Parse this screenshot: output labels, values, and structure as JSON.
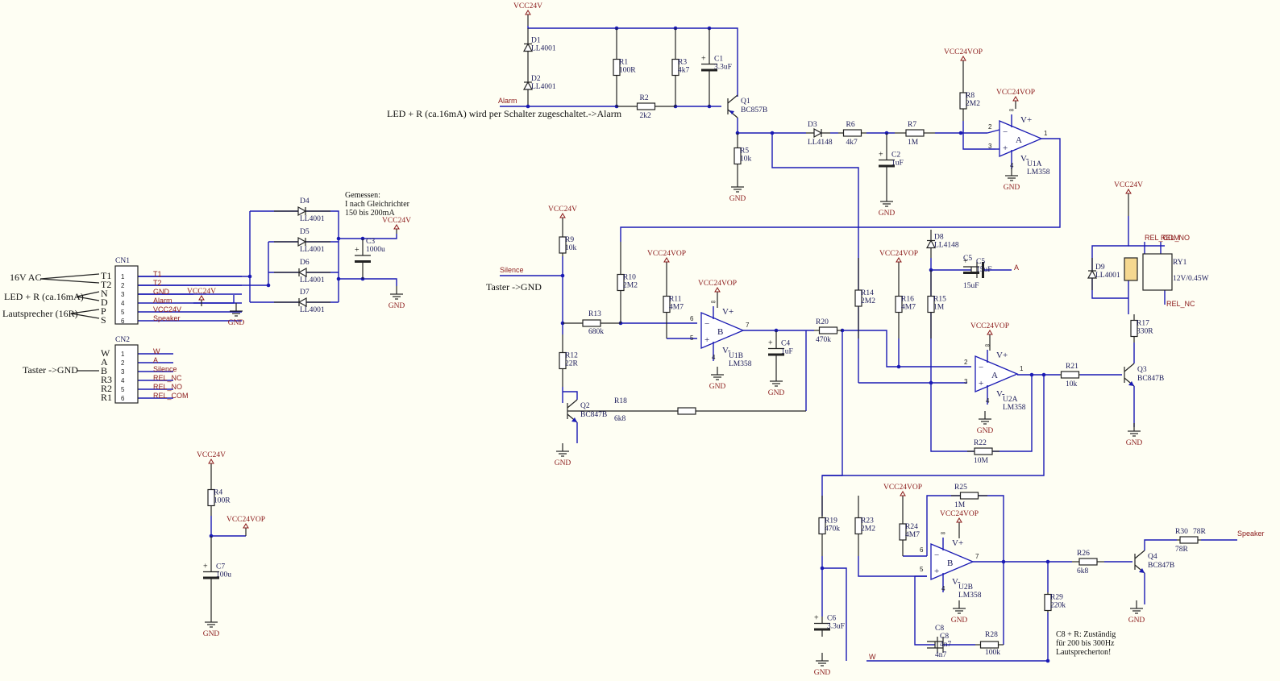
{
  "power": {
    "vcc24v": "VCC24V",
    "vcc24vop": "VCC24VOP",
    "gnd": "GND"
  },
  "parts": {
    "D1": [
      "D1",
      "LL4001"
    ],
    "D2": [
      "D2",
      "LL4001"
    ],
    "R1": [
      "R1",
      "100R"
    ],
    "R3": [
      "R3",
      "4k7"
    ],
    "C1": [
      "C1",
      "3.3uF"
    ],
    "Q1": [
      "Q1",
      "BC857B"
    ],
    "R2": [
      "R2",
      "2k2"
    ],
    "R5": [
      "R5",
      "10k"
    ],
    "D3": [
      "D3",
      "LL4148"
    ],
    "R6": [
      "R6",
      "4k7"
    ],
    "C2": [
      "C2",
      "1uF"
    ],
    "R7": [
      "R7",
      "1M"
    ],
    "R8": [
      "R8",
      "2M2"
    ],
    "U1A": [
      "U1A",
      "LM358"
    ],
    "D4": [
      "D4",
      "LL4001"
    ],
    "D5": [
      "D5",
      "LL4001"
    ],
    "D6": [
      "D6",
      "LL4001"
    ],
    "D7": [
      "D7",
      "LL4001"
    ],
    "C3": [
      "C3",
      "1000u"
    ],
    "CN1": [
      "CN1",
      ""
    ],
    "CN2": [
      "CN2",
      ""
    ],
    "R9": [
      "R9",
      "10k"
    ],
    "R10": [
      "R10",
      "2M2"
    ],
    "R11": [
      "R11",
      "4M7"
    ],
    "R13": [
      "R13",
      "680k"
    ],
    "U1B": [
      "U1B",
      "LM358"
    ],
    "C4": [
      "C4",
      "1uF"
    ],
    "R20": [
      "R20",
      "470k"
    ],
    "R12": [
      "R12",
      "22R"
    ],
    "Q2": [
      "Q2",
      "BC847B"
    ],
    "R18": [
      "R18",
      "6k8"
    ],
    "R14": [
      "R14",
      "2M2"
    ],
    "R16": [
      "R16",
      "4M7"
    ],
    "R15": [
      "R15",
      "1M"
    ],
    "D8": [
      "D8",
      "LL4148"
    ],
    "C5": [
      "C5",
      "15uF"
    ],
    "U2A": [
      "U2A",
      "LM358"
    ],
    "R22": [
      "R22",
      "10M"
    ],
    "R21": [
      "R21",
      "10k"
    ],
    "Q3": [
      "Q3",
      "BC847B"
    ],
    "R17": [
      "R17",
      "330R"
    ],
    "D9": [
      "D9",
      "LL4001"
    ],
    "RY1": [
      "RY1",
      "12V/0.45W"
    ],
    "R4": [
      "R4",
      "100R"
    ],
    "C7": [
      "C7",
      "100u"
    ],
    "R19": [
      "R19",
      "470k"
    ],
    "R23": [
      "R23",
      "2M2"
    ],
    "R24": [
      "R24",
      "4M7"
    ],
    "R25": [
      "R25",
      "1M"
    ],
    "U2B": [
      "U2B",
      "LM358"
    ],
    "C6": [
      "C6",
      "3.3uF"
    ],
    "C8": [
      "C8",
      "4n7"
    ],
    "R28": [
      "R28",
      "100k"
    ],
    "R29": [
      "R29",
      "220k"
    ],
    "R26": [
      "R26",
      "6k8"
    ],
    "Q4": [
      "Q4",
      "BC847B"
    ],
    "R30": [
      "R30",
      "78R"
    ]
  },
  "nets": {
    "alarm": "Alarm",
    "silence": "Silence",
    "speaker": "Speaker",
    "a": "A",
    "w": "W",
    "rel_com": "REL_COM",
    "rel_no": "REL_NO",
    "rel_nc": "REL_NC"
  },
  "cn1": {
    "pins": [
      "1",
      "2",
      "3",
      "4",
      "5",
      "6"
    ],
    "nets": [
      "T1",
      "T2",
      "GND",
      "Alarm",
      "VCC24V",
      "Speaker"
    ],
    "ext": [
      "T1",
      "T2",
      "N",
      "D",
      "P",
      "S"
    ]
  },
  "cn2": {
    "pins": [
      "1",
      "2",
      "3",
      "4",
      "5",
      "6"
    ],
    "nets": [
      "W",
      "A",
      "Silence",
      "REL_NC",
      "REL_NO",
      "REL_COM"
    ],
    "ext": [
      "W",
      "A",
      "B",
      "R3",
      "R2",
      "R1"
    ]
  },
  "notes": {
    "led_alarm": "LED + R (ca.16mA) wird per Schalter zugeschaltet.->Alarm",
    "measured": [
      "Gemessen:",
      "I nach Gleichrichter",
      "150 bis 200mA"
    ],
    "ac": "16V AC",
    "led": "LED + R (ca.16mA)",
    "speaker": "Lautsprecher (16R)",
    "taster1": "Taster ->GND",
    "taster2": "Taster ->GND",
    "c8r": [
      "C8 + R: Zuständig",
      "für 200 bis 300Hz",
      "Lautsprecherton!"
    ]
  },
  "opamp": {
    "vp": "V+",
    "vm": "V-",
    "a": "A",
    "b": "B",
    "inf": "∞",
    "four": "4"
  }
}
